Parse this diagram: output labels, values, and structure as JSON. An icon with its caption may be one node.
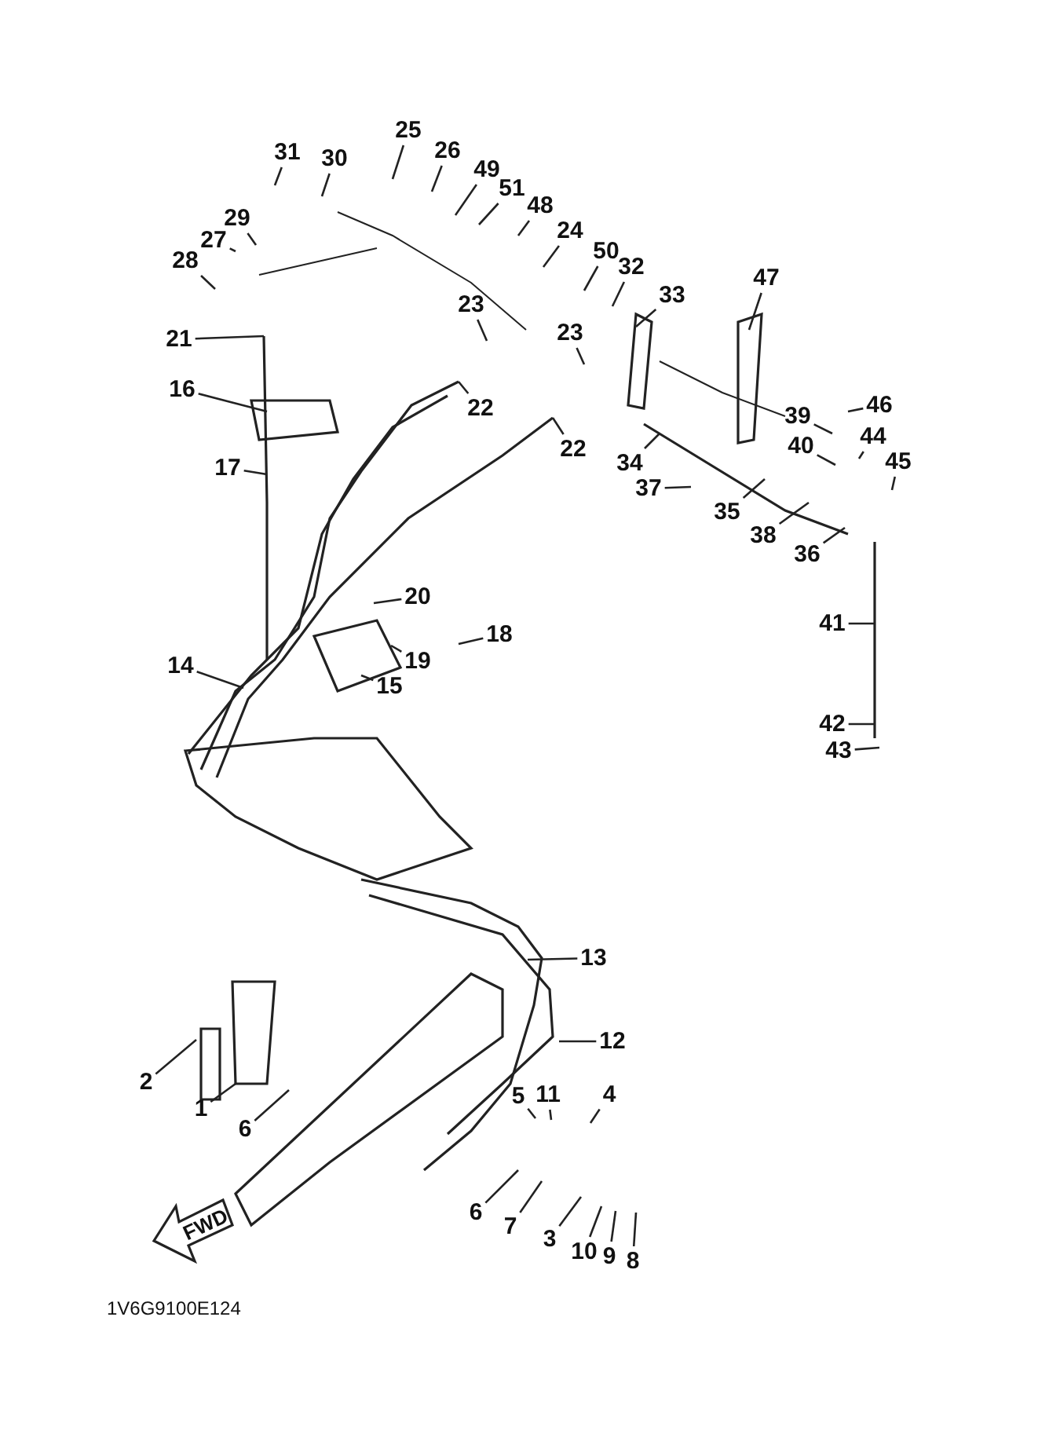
{
  "diagram": {
    "nodes": [
      {
        "text": [
          "25"
        ]
      },
      {
        "text": [
          "26"
        ]
      },
      {
        "text": [
          "49"
        ]
      },
      {
        "text": [
          "51"
        ]
      },
      {
        "text": [
          "48"
        ]
      },
      {
        "text": [
          "24"
        ]
      },
      {
        "text": [
          "50"
        ]
      },
      {
        "text": [
          "32"
        ]
      },
      {
        "text": [
          "33"
        ]
      },
      {
        "text": [
          "47"
        ]
      },
      {
        "text": [
          "31"
        ]
      },
      {
        "text": [
          "30"
        ]
      },
      {
        "text": [
          "29"
        ]
      },
      {
        "text": [
          "27"
        ]
      },
      {
        "text": [
          "28"
        ]
      },
      {
        "text": [
          "21"
        ]
      },
      {
        "text": [
          "16"
        ]
      },
      {
        "text": [
          "17"
        ]
      },
      {
        "text": [
          "23"
        ]
      },
      {
        "text": [
          "22"
        ]
      },
      {
        "text": [
          "23"
        ]
      },
      {
        "text": [
          "22"
        ]
      },
      {
        "text": [
          "34"
        ]
      },
      {
        "text": [
          "37"
        ]
      },
      {
        "text": [
          "35"
        ]
      },
      {
        "text": [
          "38"
        ]
      },
      {
        "text": [
          "36"
        ]
      },
      {
        "text": [
          "39"
        ]
      },
      {
        "text": [
          "40"
        ]
      },
      {
        "text": [
          "46"
        ]
      },
      {
        "text": [
          "44"
        ]
      },
      {
        "text": [
          "45"
        ]
      },
      {
        "text": [
          "41"
        ]
      },
      {
        "text": [
          "42"
        ]
      },
      {
        "text": [
          "43"
        ]
      },
      {
        "text": [
          "20"
        ]
      },
      {
        "text": [
          "18"
        ]
      },
      {
        "text": [
          "19"
        ]
      },
      {
        "text": [
          "15"
        ]
      },
      {
        "text": [
          "14"
        ]
      },
      {
        "text": [
          "13"
        ]
      },
      {
        "text": [
          "12"
        ]
      },
      {
        "text": [
          "2"
        ]
      },
      {
        "text": [
          "1"
        ]
      },
      {
        "text": [
          "6"
        ]
      },
      {
        "text": [
          "5"
        ]
      },
      {
        "text": [
          "11"
        ]
      },
      {
        "text": [
          "4"
        ]
      },
      {
        "text": [
          "6"
        ]
      },
      {
        "text": [
          "7"
        ]
      },
      {
        "text": [
          "3"
        ]
      },
      {
        "text": [
          "10"
        ]
      },
      {
        "text": [
          "9"
        ]
      },
      {
        "text": [
          "8"
        ]
      }
    ],
    "edges": [
      {
        "from": 0,
        "to": null,
        "arrow": "none"
      },
      {
        "from": 1,
        "to": null,
        "arrow": "none"
      },
      {
        "from": 2,
        "to": null,
        "arrow": "none"
      },
      {
        "from": 3,
        "to": null,
        "arrow": "none"
      },
      {
        "from": 4,
        "to": null,
        "arrow": "none"
      },
      {
        "from": 5,
        "to": null,
        "arrow": "none"
      },
      {
        "from": 6,
        "to": null,
        "arrow": "none"
      },
      {
        "from": 7,
        "to": null,
        "arrow": "none"
      },
      {
        "from": 8,
        "to": null,
        "arrow": "none"
      },
      {
        "from": 9,
        "to": null,
        "arrow": "none"
      },
      {
        "from": 10,
        "to": null,
        "arrow": "none"
      },
      {
        "from": 11,
        "to": null,
        "arrow": "none"
      },
      {
        "from": 12,
        "to": null,
        "arrow": "none"
      },
      {
        "from": 13,
        "to": null,
        "arrow": "none"
      },
      {
        "from": 14,
        "to": null,
        "arrow": "none"
      },
      {
        "from": 15,
        "to": null,
        "arrow": "none"
      },
      {
        "from": 16,
        "to": null,
        "arrow": "none"
      },
      {
        "from": 17,
        "to": null,
        "arrow": "none"
      },
      {
        "from": 18,
        "to": null,
        "arrow": "none"
      },
      {
        "from": 19,
        "to": null,
        "arrow": "none"
      },
      {
        "from": 20,
        "to": null,
        "arrow": "none"
      },
      {
        "from": 21,
        "to": null,
        "arrow": "none"
      },
      {
        "from": 22,
        "to": null,
        "arrow": "none"
      },
      {
        "from": 23,
        "to": null,
        "arrow": "none"
      },
      {
        "from": 24,
        "to": null,
        "arrow": "none"
      },
      {
        "from": 25,
        "to": null,
        "arrow": "none"
      },
      {
        "from": 26,
        "to": null,
        "arrow": "none"
      },
      {
        "from": 27,
        "to": null,
        "arrow": "none"
      },
      {
        "from": 28,
        "to": null,
        "arrow": "none"
      },
      {
        "from": 29,
        "to": null,
        "arrow": "none"
      },
      {
        "from": 30,
        "to": null,
        "arrow": "none"
      },
      {
        "from": 31,
        "to": null,
        "arrow": "none"
      },
      {
        "from": 32,
        "to": null,
        "arrow": "none"
      },
      {
        "from": 33,
        "to": null,
        "arrow": "none"
      },
      {
        "from": 34,
        "to": null,
        "arrow": "none"
      },
      {
        "from": 35,
        "to": null,
        "arrow": "none"
      },
      {
        "from": 36,
        "to": null,
        "arrow": "none"
      },
      {
        "from": 37,
        "to": null,
        "arrow": "none"
      },
      {
        "from": 38,
        "to": null,
        "arrow": "none"
      },
      {
        "from": 39,
        "to": null,
        "arrow": "none"
      },
      {
        "from": 40,
        "to": null,
        "arrow": "none"
      },
      {
        "from": 41,
        "to": null,
        "arrow": "none"
      },
      {
        "from": 42,
        "to": null,
        "arrow": "none"
      },
      {
        "from": 43,
        "to": null,
        "arrow": "none"
      },
      {
        "from": 44,
        "to": null,
        "arrow": "none"
      },
      {
        "from": 45,
        "to": null,
        "arrow": "none"
      },
      {
        "from": 46,
        "to": null,
        "arrow": "none"
      },
      {
        "from": 47,
        "to": null,
        "arrow": "none"
      },
      {
        "from": 48,
        "to": null,
        "arrow": "none"
      },
      {
        "from": 49,
        "to": null,
        "arrow": "none"
      },
      {
        "from": 50,
        "to": null,
        "arrow": "none"
      },
      {
        "from": 51,
        "to": null,
        "arrow": "none"
      },
      {
        "from": 52,
        "to": null,
        "arrow": "none"
      },
      {
        "from": 53,
        "to": null,
        "arrow": "none"
      }
    ],
    "labels": [
      "FWD",
      "1V6G9100E124"
    ]
  }
}
